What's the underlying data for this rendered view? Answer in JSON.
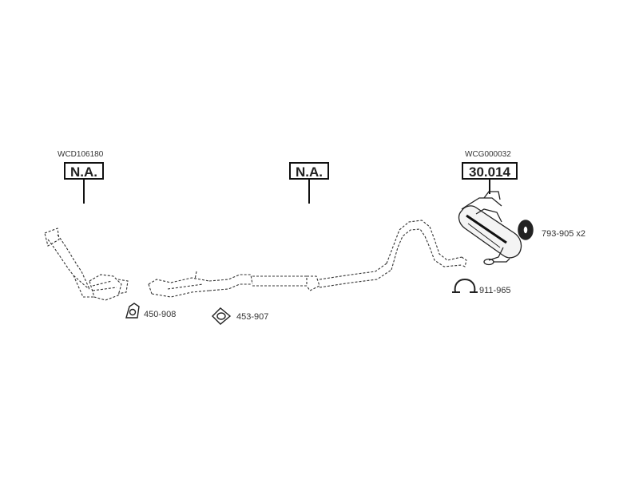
{
  "sections": {
    "front": {
      "code": "WCD106180",
      "article": "N.A."
    },
    "middle": {
      "code": "",
      "article": "N.A."
    },
    "rear": {
      "code": "WCG000032",
      "article": "30.014"
    }
  },
  "parts": {
    "gasket_front": {
      "number": "450-908"
    },
    "gasket_flange": {
      "number": "453-907"
    },
    "clamp": {
      "number": "911-965"
    },
    "rubber_mount": {
      "number": "793-905 x2"
    }
  }
}
